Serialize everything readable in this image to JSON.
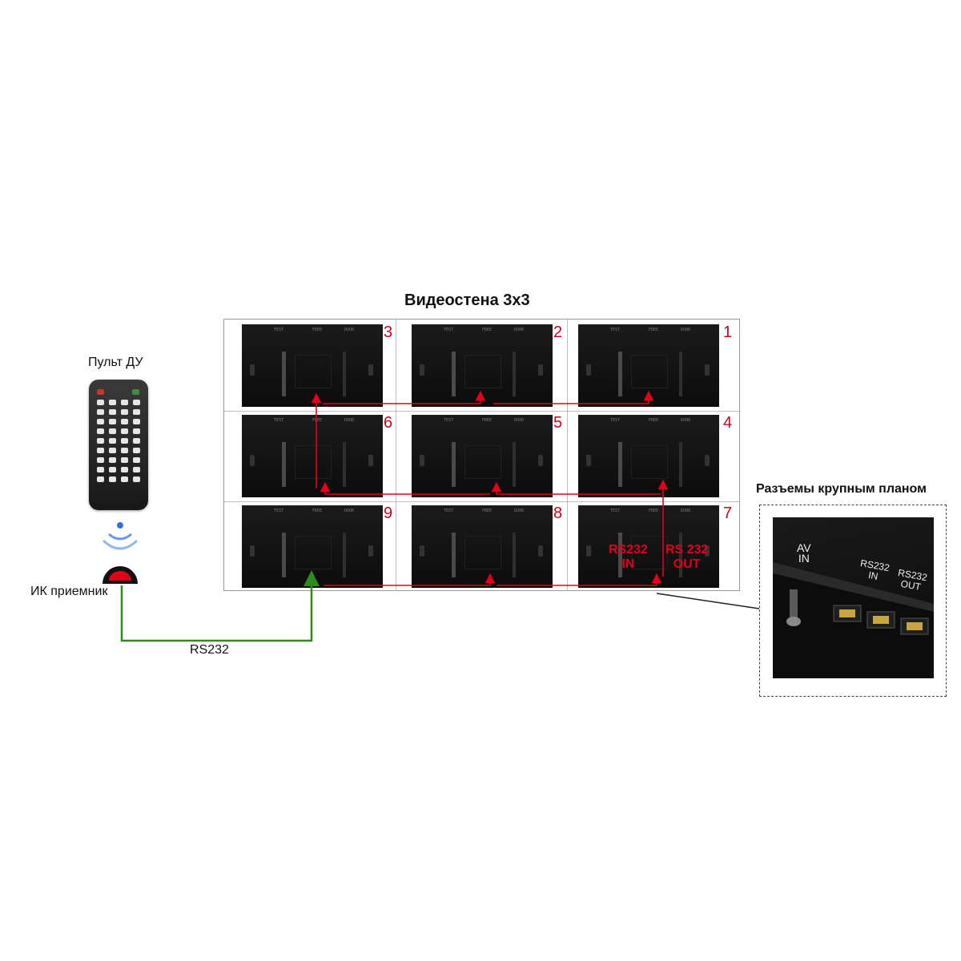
{
  "title": "Видеостена 3x3",
  "remote": {
    "label": "Пульт ДУ",
    "icon": "remote-control-icon"
  },
  "ir_receiver": {
    "label": "ИК приемник",
    "icon": "ir-receiver-icon"
  },
  "link": {
    "label": "RS232",
    "color": "#2e8b1e"
  },
  "daisy_chain_color": "#e3001b",
  "panel_screen_labels": [
    "TEST",
    "FREE",
    "DOOR"
  ],
  "panels": [
    {
      "number": "3"
    },
    {
      "number": "2"
    },
    {
      "number": "1"
    },
    {
      "number": "6"
    },
    {
      "number": "5"
    },
    {
      "number": "4"
    },
    {
      "number": "9"
    },
    {
      "number": "8"
    },
    {
      "number": "7"
    }
  ],
  "port_tags": {
    "in_line1": "RS232",
    "in_line2": "IN",
    "out_line1": "RS 232",
    "out_line2": "OUT"
  },
  "closeup": {
    "title": "Разъемы крупным планом",
    "av_line1": "AV",
    "av_line2": "IN",
    "rsin_line1": "RS232",
    "rsin_line2": "IN",
    "rsout_line1": "RS232",
    "rsout_line2": "OUT"
  }
}
